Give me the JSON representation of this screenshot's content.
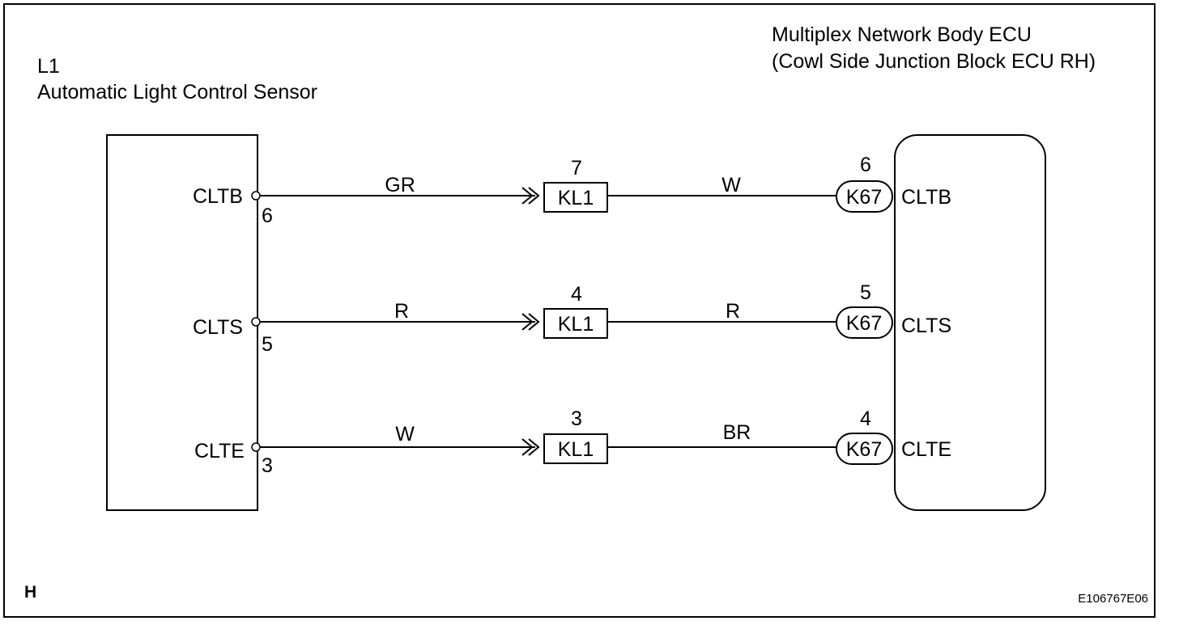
{
  "diagram": {
    "sensor": {
      "ref": "L1",
      "name": "Automatic Light Control Sensor"
    },
    "ecu": {
      "name_line1": "Multiplex Network Body ECU",
      "name_line2": "(Cowl Side Junction Block ECU RH)"
    },
    "circuits": [
      {
        "sensor_terminal": "CLTB",
        "sensor_pin": "6",
        "wire_left": "GR",
        "junction_pin": "7",
        "junction_connector": "KL1",
        "wire_right": "W",
        "ecu_pin": "6",
        "ecu_connector": "K67",
        "ecu_terminal": "CLTB"
      },
      {
        "sensor_terminal": "CLTS",
        "sensor_pin": "5",
        "wire_left": "R",
        "junction_pin": "4",
        "junction_connector": "KL1",
        "wire_right": "R",
        "ecu_pin": "5",
        "ecu_connector": "K67",
        "ecu_terminal": "CLTS"
      },
      {
        "sensor_terminal": "CLTE",
        "sensor_pin": "3",
        "wire_left": "W",
        "junction_pin": "3",
        "junction_connector": "KL1",
        "wire_right": "BR",
        "ecu_pin": "4",
        "ecu_connector": "K67",
        "ecu_terminal": "CLTE"
      }
    ],
    "corner_letter": "H",
    "figure_code": "E106767E06"
  }
}
